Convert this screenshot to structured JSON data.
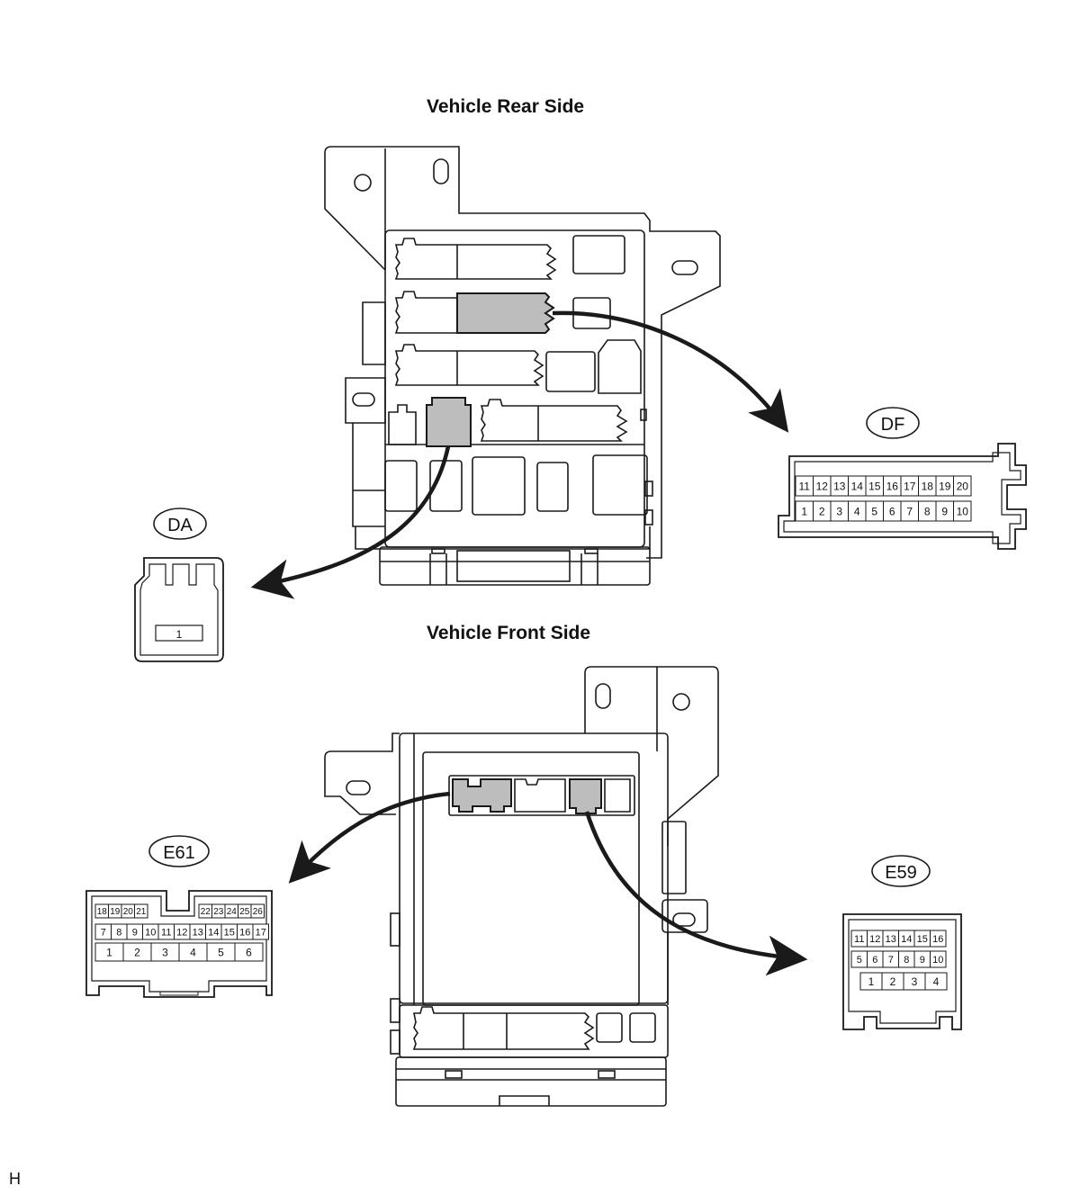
{
  "headings": {
    "rear": "Vehicle Rear Side",
    "front": "Vehicle Front Side"
  },
  "corner_mark": "H",
  "connectors": {
    "DF": {
      "label": "DF",
      "top_row": [
        "11",
        "12",
        "13",
        "14",
        "15",
        "16",
        "17",
        "18",
        "19",
        "20"
      ],
      "bottom_row": [
        "1",
        "2",
        "3",
        "4",
        "5",
        "6",
        "7",
        "8",
        "9",
        "10"
      ]
    },
    "DA": {
      "label": "DA",
      "pins": [
        "1"
      ]
    },
    "E61": {
      "label": "E61",
      "row1_left": [
        "18",
        "19",
        "20",
        "21"
      ],
      "row1_right": [
        "22",
        "23",
        "24",
        "25",
        "26"
      ],
      "row2": [
        "7",
        "8",
        "9",
        "10",
        "11",
        "12",
        "13",
        "14",
        "15",
        "16",
        "17"
      ],
      "row3": [
        "1",
        "2",
        "3",
        "4",
        "5",
        "6"
      ]
    },
    "E59": {
      "label": "E59",
      "row1": [
        "11",
        "12",
        "13",
        "14",
        "15",
        "16"
      ],
      "row2": [
        "5",
        "6",
        "7",
        "8",
        "9",
        "10"
      ],
      "row3": [
        "1",
        "2",
        "3",
        "4"
      ]
    }
  },
  "colors": {
    "line": "#1a1a1a",
    "highlight": "#bdbdbd",
    "background": "#ffffff"
  }
}
